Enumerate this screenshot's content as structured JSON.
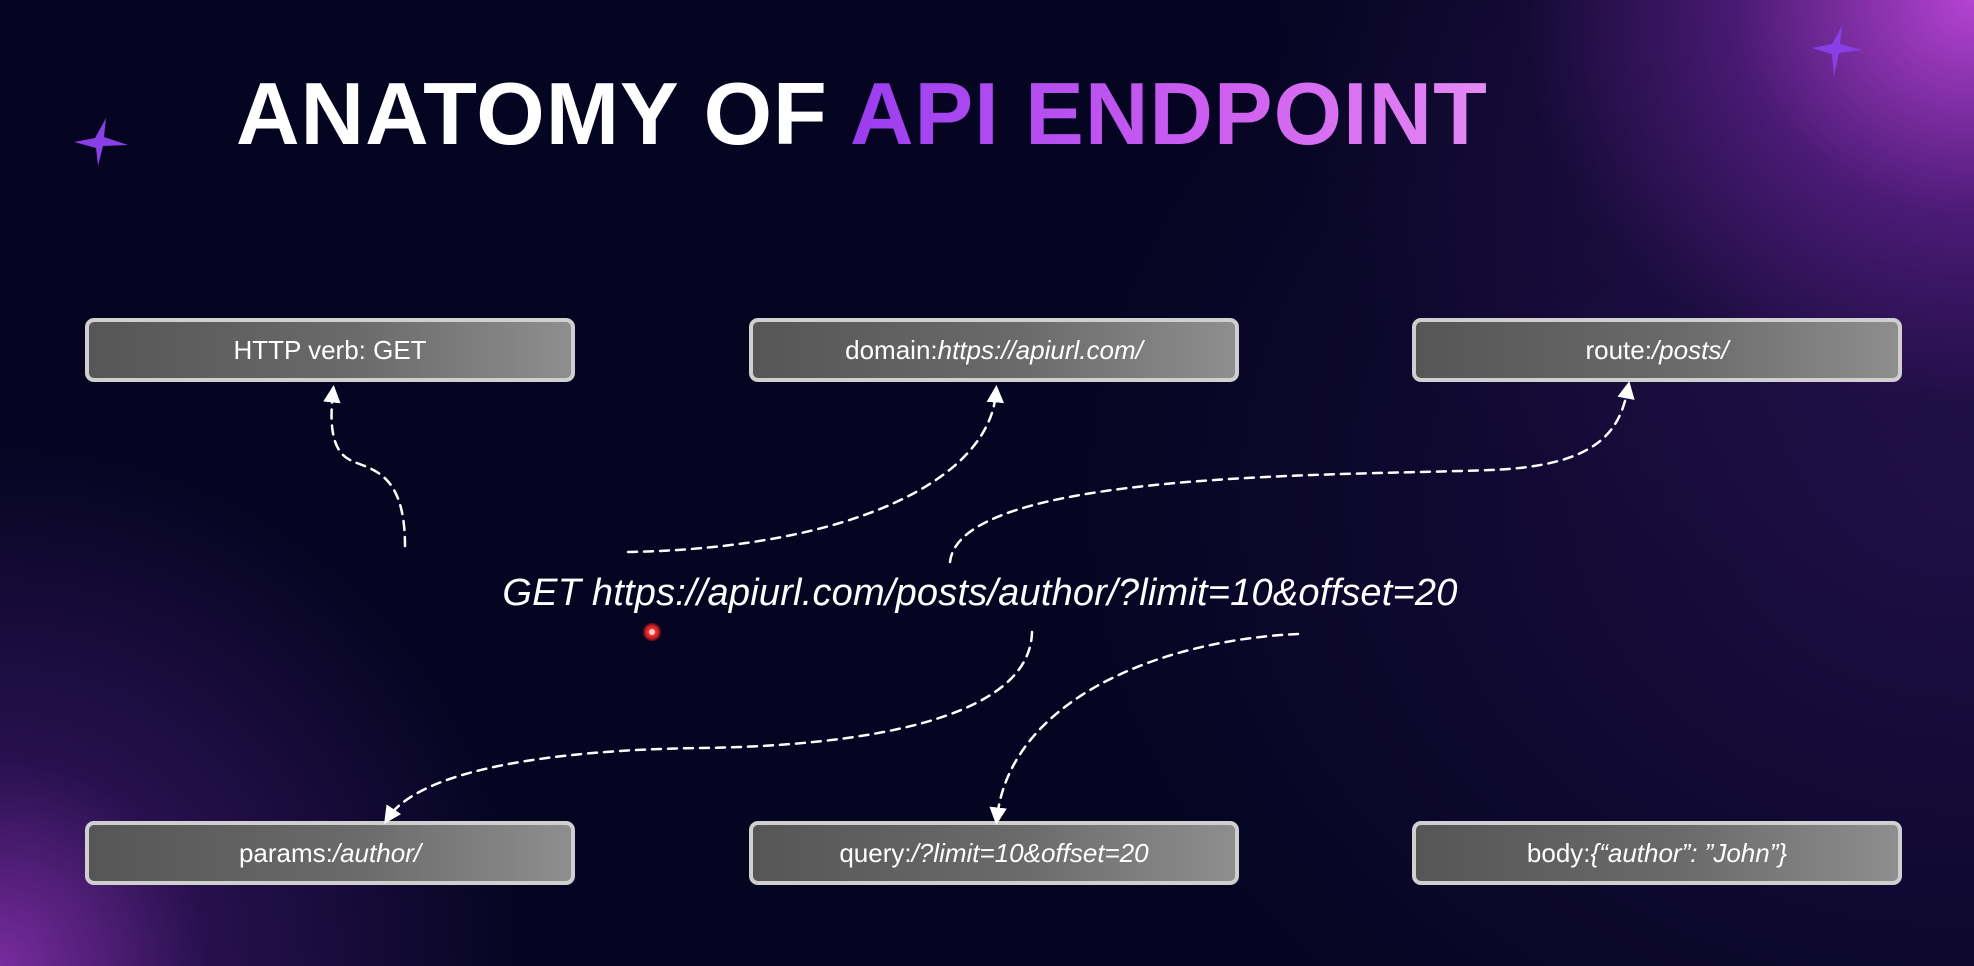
{
  "title": {
    "part1": "ANATOMY OF ",
    "part2": "API ENDPOINT"
  },
  "endpoint_url": "GET https://apiurl.com/posts/author/?limit=10&offset=20",
  "boxes": {
    "verb": {
      "label": "HTTP verb: GET",
      "value": ""
    },
    "domain": {
      "label": "domain: ",
      "value": "https://apiurl.com/"
    },
    "route": {
      "label": "route: ",
      "value": "/posts/"
    },
    "params": {
      "label": "params: ",
      "value": "/author/"
    },
    "query": {
      "label": "query: ",
      "value": "/?limit=10&offset=20"
    },
    "body": {
      "label": "body: ",
      "value": "{“author”: ”John”}"
    }
  },
  "colors": {
    "background": "#050522",
    "accent": "#c455ee",
    "box_fill": "#6a6a6a",
    "box_border": "#cfcfcf",
    "cursor": "#e02020"
  },
  "icons": [
    "sparkle-star-icon",
    "sparkle-star-icon",
    "cursor-indicator-icon"
  ]
}
